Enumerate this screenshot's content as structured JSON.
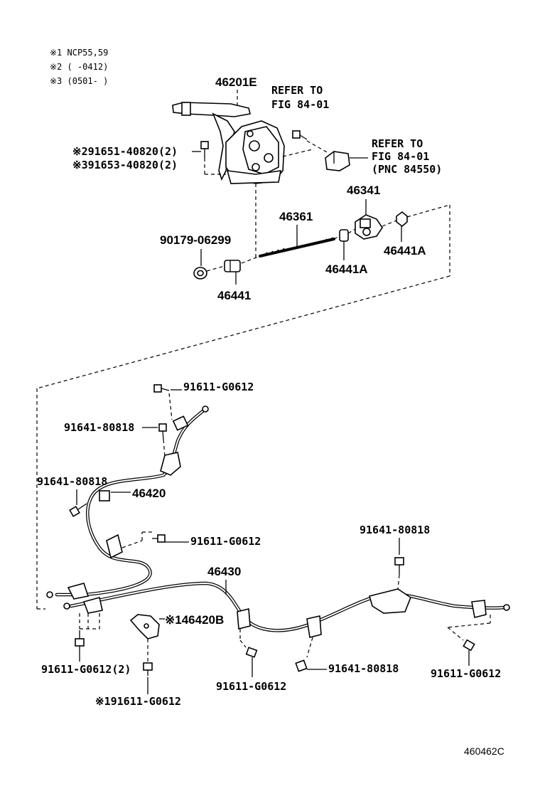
{
  "notes": [
    "※1 NCP55,59",
    "※2 (     -0412)",
    "※3 (0501-     )"
  ],
  "refs": {
    "ref1_line1": "REFER TO",
    "ref1_line2": "FIG 84-01",
    "ref2_line1": "REFER TO",
    "ref2_line2": "FIG 84-01",
    "ref2_line3": "(PNC 84550)"
  },
  "labels": {
    "p46201E": "46201E",
    "p91651": "※291651-40820(2)",
    "p91653": "※391653-40820(2)",
    "p46341": "46341",
    "p46361": "46361",
    "p46441A_right": "46441A",
    "p90179": "90179-06299",
    "p46441A_mid": "46441A",
    "p46441": "46441",
    "p91611_top": "91611-G0612",
    "p91641_a": "91641-80818",
    "p91641_b": "91641-80818",
    "p46420": "46420",
    "p91611_mid": "91611-G0612",
    "p91641_right": "91641-80818",
    "p46430": "46430",
    "p46420B": "※146420B",
    "p91611_left2": "91611-G0612(2)",
    "p91611_bottom": "91611-G0612",
    "p91641_bottom": "91641-80818",
    "p91611_right": "91611-G0612",
    "p91611_star1": "※191611-G0612"
  },
  "diagram_code": "460462C"
}
